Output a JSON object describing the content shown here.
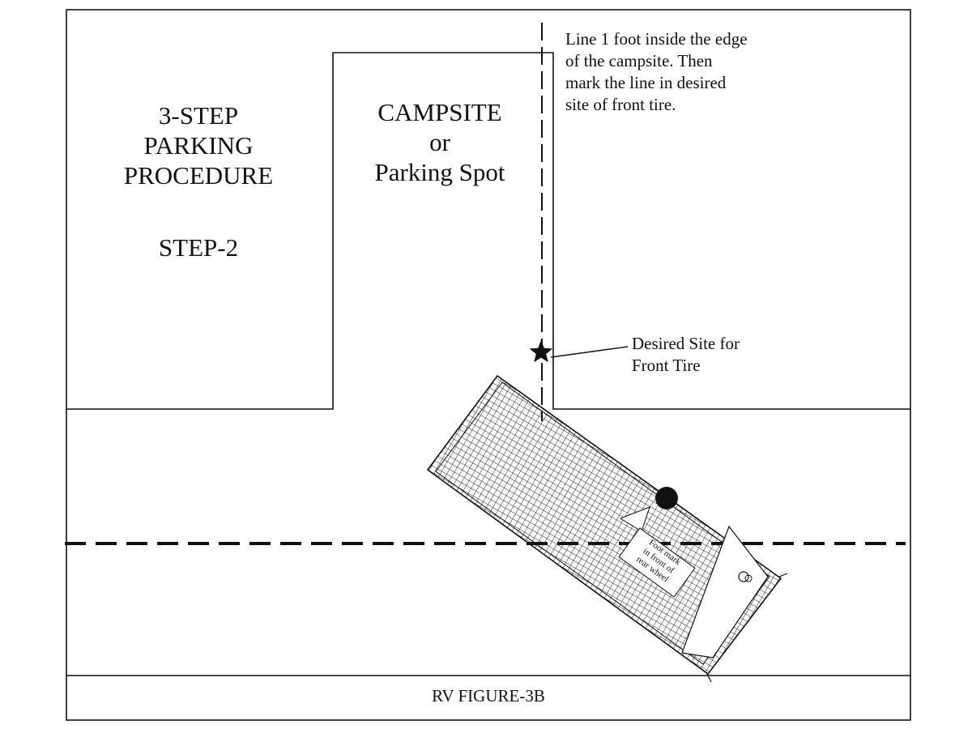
{
  "title_block": {
    "line1": "3-STEP",
    "line2": "PARKING",
    "line3": "PROCEDURE",
    "step": "STEP-2"
  },
  "campsite": {
    "line1": "CAMPSITE",
    "line2": "or",
    "line3": "Parking Spot"
  },
  "guide_note": {
    "line1": "Line 1 foot inside the edge",
    "line2": "of the campsite.  Then",
    "line3": "mark the line in desired",
    "line4": "site of front tire."
  },
  "target_note": {
    "line1": "Desired Site for",
    "line2": "Front Tire"
  },
  "rv_tag": {
    "line1": "Foot mark",
    "line2": "in front of",
    "line3": "rear wheel"
  },
  "caption": "RV FIGURE-3B",
  "icons": {
    "target": "star-icon",
    "mark": "dot-icon"
  },
  "colors": {
    "ink": "#111111",
    "paper": "#ffffff"
  }
}
